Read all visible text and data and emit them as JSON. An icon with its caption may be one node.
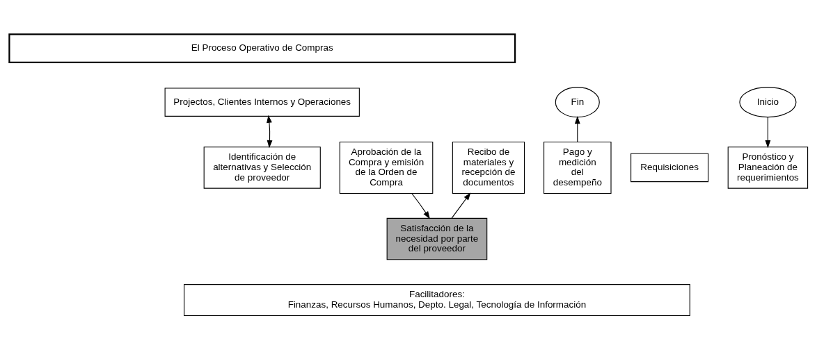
{
  "diagram": {
    "nodes": [
      {
        "text": [
          "El Proceso Operativo de Compras"
        ]
      },
      {
        "text": [
          "Inicio"
        ]
      },
      {
        "text": [
          "Projectos, Clientes Internos y Operaciones"
        ]
      },
      {
        "text": [
          "Fin"
        ]
      },
      {
        "text": [
          "Pronóstico y Planeación de requerimientos"
        ]
      },
      {
        "text": [
          "Requisiciones"
        ]
      },
      {
        "text": [
          "Identificación de alternativas y Selección de proveedor"
        ]
      },
      {
        "text": [
          "Aprobación de la Compra y emisión de la Orden de Compra"
        ]
      },
      {
        "text": [
          "Recibo de materiales y recepción de documentos"
        ]
      },
      {
        "text": [
          "Pago y medición del desempeño"
        ]
      },
      {
        "text": [
          "Satisfacción de la necesidad por parte del proveedor"
        ]
      },
      {
        "text": [
          "Facilitadores:",
          "Finanzas, Recursos Humanos, Depto. Legal, Tecnología de Información"
        ]
      }
    ],
    "edges": [
      {
        "from": 1,
        "to": 4,
        "arrow": "to"
      },
      {
        "from": 2,
        "to": 6,
        "arrow": "both"
      },
      {
        "from": 9,
        "to": 3,
        "arrow": "to"
      },
      {
        "from": 7,
        "to": 10,
        "arrow": "to"
      },
      {
        "from": 10,
        "to": 8,
        "arrow": "to"
      }
    ]
  }
}
